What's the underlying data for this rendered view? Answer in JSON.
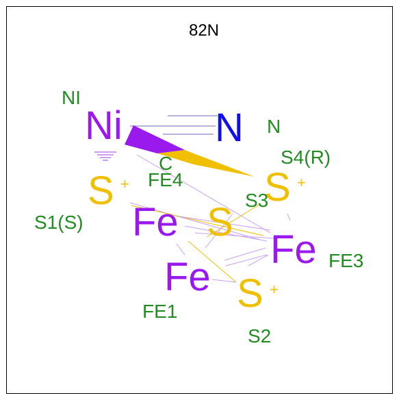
{
  "title": "82N",
  "colors": {
    "nickel": "#9a1aee",
    "iron": "#9a1aee",
    "sulfur": "#f0c000",
    "nitrogen": "#1010ee",
    "label": "#228b22",
    "bond_faint": "#c9a0f0",
    "bond_yellow": "#f0c000",
    "triple_bond": "#8888cc",
    "frame": "#000000"
  },
  "atoms": [
    {
      "id": "ni",
      "symbol": "Ni",
      "charge": "",
      "element": "nickel"
    },
    {
      "id": "n",
      "symbol": "N",
      "charge": "",
      "element": "nitrogen"
    },
    {
      "id": "s1",
      "symbol": "S",
      "charge": "+",
      "element": "sulfur"
    },
    {
      "id": "s4",
      "symbol": "S",
      "charge": "+",
      "element": "sulfur"
    },
    {
      "id": "s3",
      "symbol": "S",
      "charge": "",
      "element": "sulfur"
    },
    {
      "id": "fe4",
      "symbol": "Fe",
      "charge": "",
      "element": "iron"
    },
    {
      "id": "fe3",
      "symbol": "Fe",
      "charge": "",
      "element": "iron"
    },
    {
      "id": "fe1",
      "symbol": "Fe",
      "charge": "",
      "element": "iron"
    },
    {
      "id": "s2",
      "symbol": "S",
      "charge": "+",
      "element": "sulfur"
    }
  ],
  "labels": [
    {
      "id": "lbl-ni",
      "text": "NI"
    },
    {
      "id": "lbl-n",
      "text": "N"
    },
    {
      "id": "lbl-c",
      "text": "C"
    },
    {
      "id": "lbl-fe4",
      "text": "FE4"
    },
    {
      "id": "lbl-s4",
      "text": "S4(R)"
    },
    {
      "id": "lbl-s3",
      "text": "S3"
    },
    {
      "id": "lbl-s1",
      "text": "S1(S)"
    },
    {
      "id": "lbl-fe3",
      "text": "FE3"
    },
    {
      "id": "lbl-fe1",
      "text": "FE1"
    },
    {
      "id": "lbl-s2",
      "text": "S2"
    }
  ]
}
